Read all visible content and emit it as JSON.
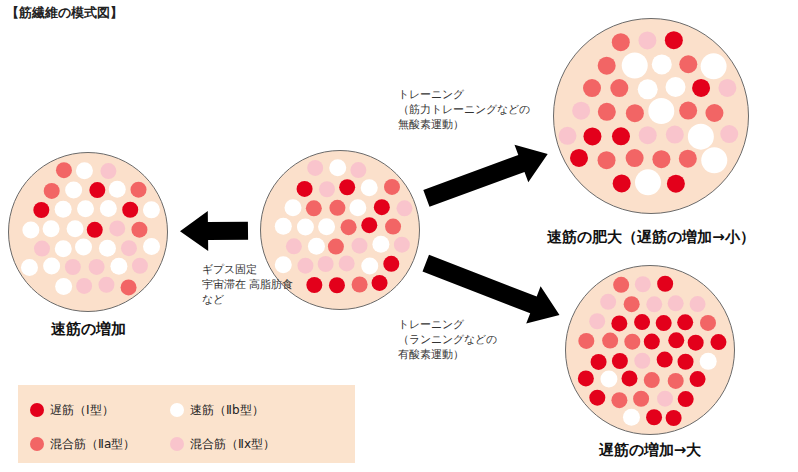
{
  "diagram": {
    "title": "【筋繊維の模式図】",
    "nodes": [
      {
        "text": [
          "速筋の増加"
        ]
      },
      {
        "text": []
      },
      {
        "text": [
          "速筋の肥大（遅筋の増加→小）"
        ]
      },
      {
        "text": [
          "遅筋の増加→大"
        ]
      }
    ],
    "edges": [
      {
        "from": 1,
        "to": 0,
        "arrow": "to",
        "label": "ギプス固定 宇宙滞在 高脂肪食 など"
      },
      {
        "from": 1,
        "to": 2,
        "arrow": "to",
        "label": "トレーニング （筋力トレーニングなどの 無酸素運動）"
      },
      {
        "from": 1,
        "to": 3,
        "arrow": "to",
        "label": "トレーニング （ランニングなどの 有酸素運動）"
      }
    ],
    "legend": [
      {
        "text": "遅筋（Ⅰ型）",
        "color": "#e3001b"
      },
      {
        "text": "速筋（Ⅱb型）",
        "color": "#ffffff"
      },
      {
        "text": "混合筋（Ⅱa型）",
        "color": "#f26565"
      },
      {
        "text": "混合筋（Ⅱx型）",
        "color": "#f9c4cc"
      }
    ]
  }
}
